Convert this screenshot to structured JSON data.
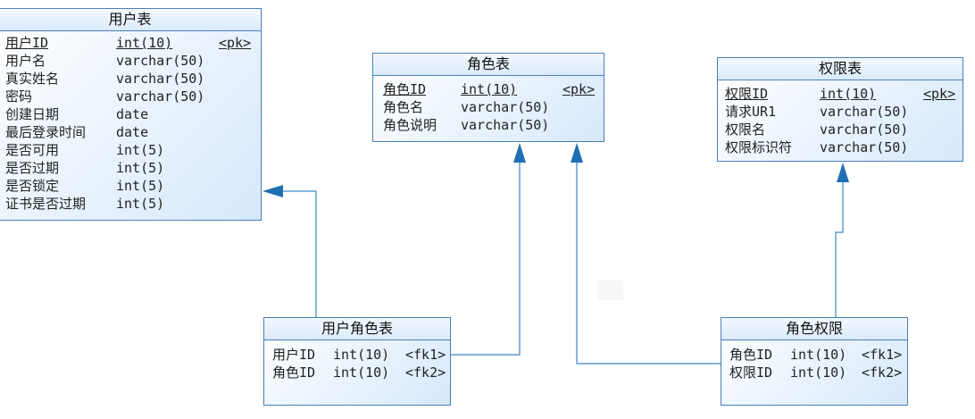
{
  "entities": {
    "users": {
      "title": "用户表",
      "rows": [
        {
          "name": "用户ID",
          "type": "int(10)",
          "key": "<pk>"
        },
        {
          "name": "用户名",
          "type": "varchar(50)",
          "key": ""
        },
        {
          "name": "真实姓名",
          "type": "varchar(50)",
          "key": ""
        },
        {
          "name": "密码",
          "type": "varchar(50)",
          "key": ""
        },
        {
          "name": "创建日期",
          "type": "date",
          "key": ""
        },
        {
          "name": "最后登录时间",
          "type": "date",
          "key": ""
        },
        {
          "name": "是否可用",
          "type": "int(5)",
          "key": ""
        },
        {
          "name": "是否过期",
          "type": "int(5)",
          "key": ""
        },
        {
          "name": "是否锁定",
          "type": "int(5)",
          "key": ""
        },
        {
          "name": "证书是否过期",
          "type": "int(5)",
          "key": ""
        }
      ]
    },
    "roles": {
      "title": "角色表",
      "rows": [
        {
          "name": "角色ID",
          "type": "int(10)",
          "key": "<pk>"
        },
        {
          "name": "角色名",
          "type": "varchar(50)",
          "key": ""
        },
        {
          "name": "角色说明",
          "type": "varchar(50)",
          "key": ""
        }
      ]
    },
    "permissions": {
      "title": "权限表",
      "rows": [
        {
          "name": "权限ID",
          "type": "int(10)",
          "key": "<pk>"
        },
        {
          "name": "请求UR1",
          "type": "varchar(50)",
          "key": ""
        },
        {
          "name": "权限名",
          "type": "varchar(50)",
          "key": ""
        },
        {
          "name": "权限标识符",
          "type": "varchar(50)",
          "key": ""
        }
      ]
    },
    "user_roles": {
      "title": "用户角色表",
      "rows": [
        {
          "name": "用户ID",
          "type": "int(10)",
          "key": "<fk1>"
        },
        {
          "name": "角色ID",
          "type": "int(10)",
          "key": "<fk2>"
        }
      ]
    },
    "role_permissions": {
      "title": "角色权限",
      "rows": [
        {
          "name": "角色ID",
          "type": "int(10)",
          "key": "<fk1>"
        },
        {
          "name": "权限ID",
          "type": "int(10)",
          "key": "<fk2>"
        }
      ]
    }
  },
  "colors": {
    "border": "#4a7fb8",
    "link": "#3a86c6",
    "arrow": "#1f6fb5"
  }
}
